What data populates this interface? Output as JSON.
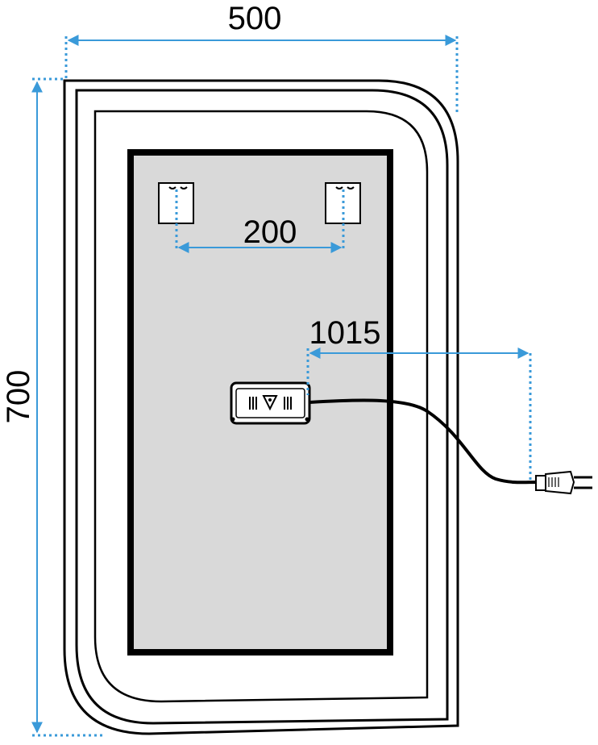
{
  "dimensions": {
    "width": "500",
    "height": "700",
    "bracket_spacing": "200",
    "cable_length": "1015"
  },
  "colors": {
    "outline": "#000000",
    "dimension_line": "#3a9ad9",
    "mirror_back": "#d9d9d9",
    "background": "#ffffff"
  },
  "icons": {
    "switch_box": "switch-box-icon",
    "plug": "plug-icon",
    "bracket": "mounting-bracket-icon"
  }
}
